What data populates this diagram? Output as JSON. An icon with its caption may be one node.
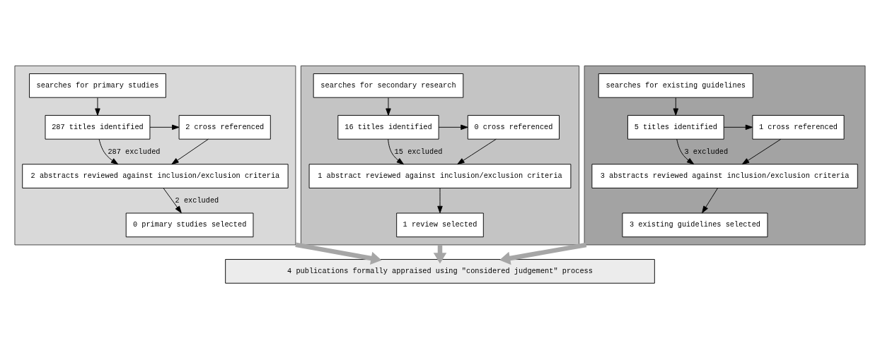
{
  "diagram": {
    "nodes": [
      {
        "text": [],
        "shape": "box"
      },
      {
        "text": [
          "searches for primary studies"
        ],
        "in": 0
      },
      {
        "text": [
          "287 titles identified"
        ],
        "in": 0
      },
      {
        "text": [
          "2 cross referenced"
        ],
        "in": 0
      },
      {
        "text": [
          "2 abstracts reviewed against inclusion/exclusion criteria"
        ],
        "in": 0
      },
      {
        "text": [
          "0 primary studies selected"
        ],
        "in": 0
      },
      {
        "text": [],
        "shape": "box"
      },
      {
        "text": [
          "searches for secondary research"
        ],
        "in": 6
      },
      {
        "text": [
          "16 titles identified"
        ],
        "in": 6
      },
      {
        "text": [
          "0 cross referenced"
        ],
        "in": 6
      },
      {
        "text": [
          "1 abstract reviewed against inclusion/exclusion criteria"
        ],
        "in": 6
      },
      {
        "text": [
          "1 review selected"
        ],
        "in": 6
      },
      {
        "text": [],
        "shape": "box"
      },
      {
        "text": [
          "searches for existing guidelines"
        ],
        "in": 12
      },
      {
        "text": [
          "5 titles identified"
        ],
        "in": 12
      },
      {
        "text": [
          "1 cross referenced"
        ],
        "in": 12
      },
      {
        "text": [
          "3 abstracts reviewed against inclusion/exclusion criteria"
        ],
        "in": 12
      },
      {
        "text": [
          "3 existing guidelines selected"
        ],
        "in": 12
      },
      {
        "text": [
          "4 publications formally appraised using \"considered judgement\" process"
        ]
      }
    ],
    "edges": [
      {
        "from": 1,
        "to": 2,
        "arrow": "to"
      },
      {
        "from": 2,
        "to": 3,
        "arrow": "to"
      },
      {
        "from": 2,
        "to": 4,
        "arrow": "to",
        "label": "287 excluded"
      },
      {
        "from": 3,
        "to": 4,
        "arrow": "to"
      },
      {
        "from": 4,
        "to": 5,
        "arrow": "to",
        "label": "2 excluded"
      },
      {
        "from": 7,
        "to": 8,
        "arrow": "to"
      },
      {
        "from": 8,
        "to": 9,
        "arrow": "to"
      },
      {
        "from": 8,
        "to": 10,
        "arrow": "to",
        "label": "15 excluded"
      },
      {
        "from": 9,
        "to": 10,
        "arrow": "to"
      },
      {
        "from": 10,
        "to": 11,
        "arrow": "to"
      },
      {
        "from": 13,
        "to": 14,
        "arrow": "to"
      },
      {
        "from": 14,
        "to": 15,
        "arrow": "to"
      },
      {
        "from": 14,
        "to": 16,
        "arrow": "to",
        "label": "3 excluded"
      },
      {
        "from": 15,
        "to": 16,
        "arrow": "to"
      },
      {
        "from": 16,
        "to": 17,
        "arrow": "to"
      },
      {
        "from": 0,
        "to": 18,
        "arrow": "to",
        "style": "thick",
        "color": "#a6a6a6"
      },
      {
        "from": 6,
        "to": 18,
        "arrow": "to",
        "style": "thick",
        "color": "#a6a6a6"
      },
      {
        "from": 12,
        "to": 18,
        "arrow": "to",
        "style": "thick",
        "color": "#a6a6a6"
      }
    ]
  }
}
